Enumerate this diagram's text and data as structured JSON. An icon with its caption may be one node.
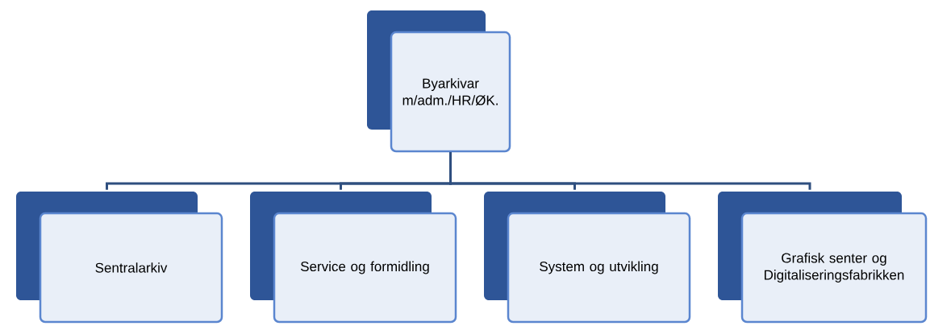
{
  "diagram": {
    "nodes": [
      {
        "text": [
          "Byarkivar m/adm./HR/ØK."
        ]
      },
      {
        "text": [
          "Sentralarkiv"
        ]
      },
      {
        "text": [
          "Service og formidling"
        ]
      },
      {
        "text": [
          "System og utvikling"
        ]
      },
      {
        "text": [
          "Grafisk senter og Digitaliseringsfabrikken"
        ]
      }
    ],
    "edges": [
      {
        "from": 0,
        "to": 1,
        "arrow": "none"
      },
      {
        "from": 0,
        "to": 2,
        "arrow": "none"
      },
      {
        "from": 0,
        "to": 3,
        "arrow": "none"
      },
      {
        "from": 0,
        "to": 4,
        "arrow": "none"
      }
    ]
  }
}
